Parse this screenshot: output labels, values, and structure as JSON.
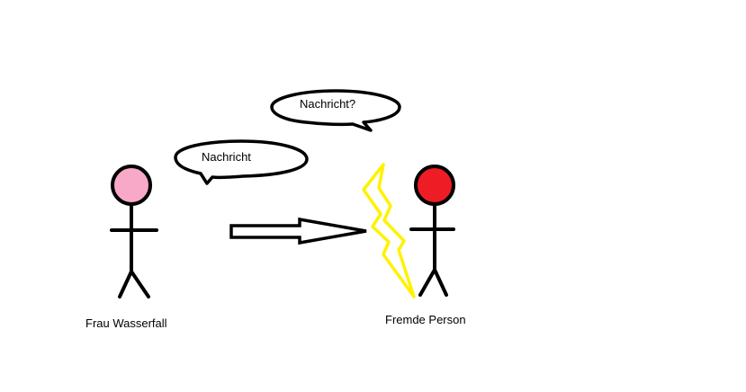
{
  "people": [
    {
      "label": "Frau Wasserfall",
      "head_color": "#f9a9c8"
    },
    {
      "label": "Fremde Person",
      "head_color": "#ee1c24"
    }
  ],
  "bubbles": [
    {
      "text": "Nachricht"
    },
    {
      "text": "Nachricht?"
    }
  ],
  "colors": {
    "line": "#000000",
    "lightning": "#fff200",
    "background": "#ffffff"
  }
}
